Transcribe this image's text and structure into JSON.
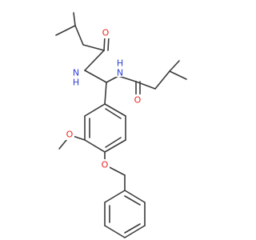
{
  "colors": {
    "bond": "#3a3a3a",
    "oxygen": "#e8261f",
    "nitrogen": "#2b3fd6",
    "background": "#ffffff"
  },
  "labels": {
    "o1": "O",
    "n1": "N",
    "h1": "H",
    "n2": "N",
    "h2": "H",
    "o2": "O",
    "o3": "O",
    "o4": "O"
  }
}
